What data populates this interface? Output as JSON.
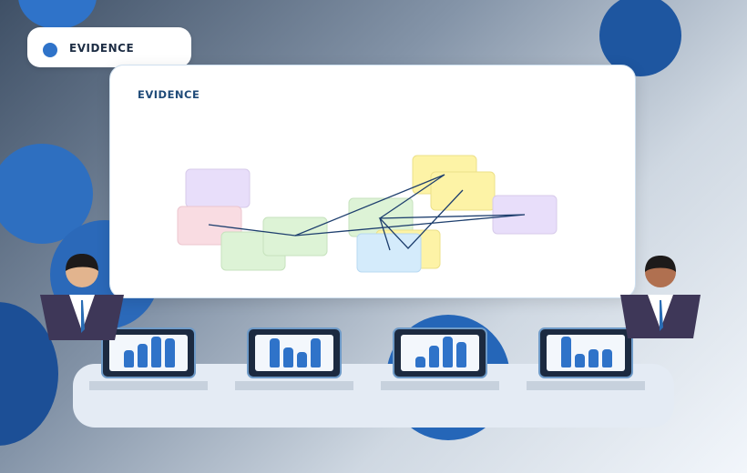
{
  "header": {
    "badge_label": "EVIDENCE"
  },
  "board": {
    "title": "EVIDENCE"
  },
  "icons": {
    "badge": "dot-icon",
    "laptop_screen": "bar-chart-icon",
    "person": "presenter-icon"
  },
  "colors": {
    "accent_blue": "#2f73c9",
    "deep_blue": "#1a56a3",
    "dark_navy": "#1c2a40",
    "suit_purple": "#3e3758",
    "note_purple": "#e8defa",
    "note_pink": "#f9dce2",
    "note_green": "#ddf3d6",
    "note_yellow": "#fdf3a6",
    "note_lightblue": "#d4ebfb",
    "line_navy": "#1e3f6e"
  },
  "laptops": [
    {
      "bars": [
        0.55,
        0.75,
        1.0,
        0.95
      ]
    },
    {
      "bars": [
        0.95,
        0.65,
        0.5,
        0.95
      ]
    },
    {
      "bars": [
        0.35,
        0.7,
        1.0,
        0.82
      ]
    },
    {
      "bars": [
        1.0,
        0.45,
        0.6,
        0.6
      ]
    }
  ]
}
